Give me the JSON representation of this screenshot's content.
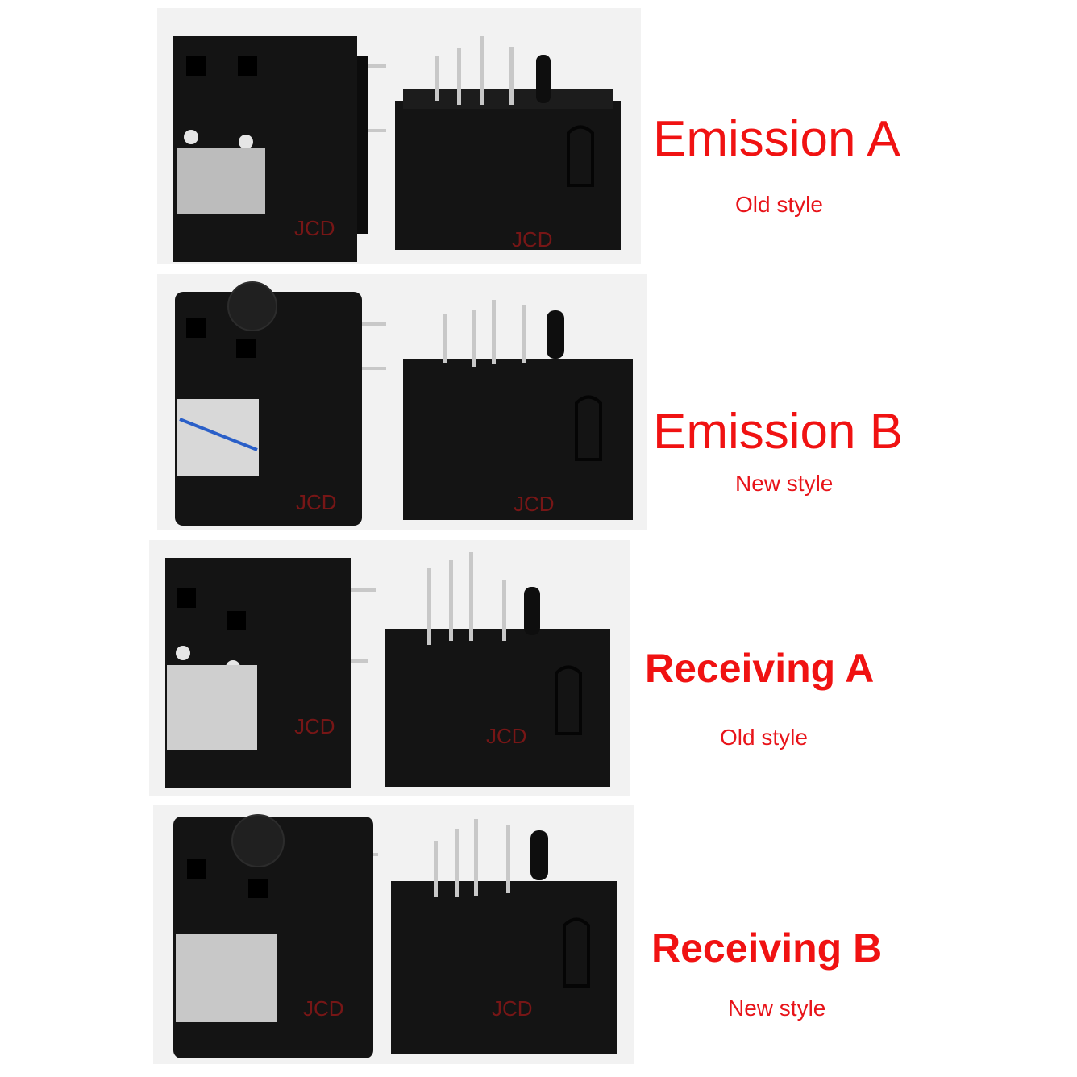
{
  "rows": [
    {
      "title": "Emission A",
      "subtitle": "Old style",
      "watermark": "JCD"
    },
    {
      "title": "Emission B",
      "subtitle": "New style",
      "watermark": "JCD"
    },
    {
      "title": "Receiving A",
      "subtitle": "Old style",
      "watermark": "JCD"
    },
    {
      "title": "Receiving B",
      "subtitle": "New style",
      "watermark": "JCD"
    }
  ],
  "colors": {
    "label_red": "#f01212",
    "component_black": "#141414",
    "pin_silver": "#c8c8c8",
    "stripe_blue": "#2a5fc8"
  },
  "icons": [
    "optical-connector-front-view",
    "optical-connector-rear-view"
  ]
}
